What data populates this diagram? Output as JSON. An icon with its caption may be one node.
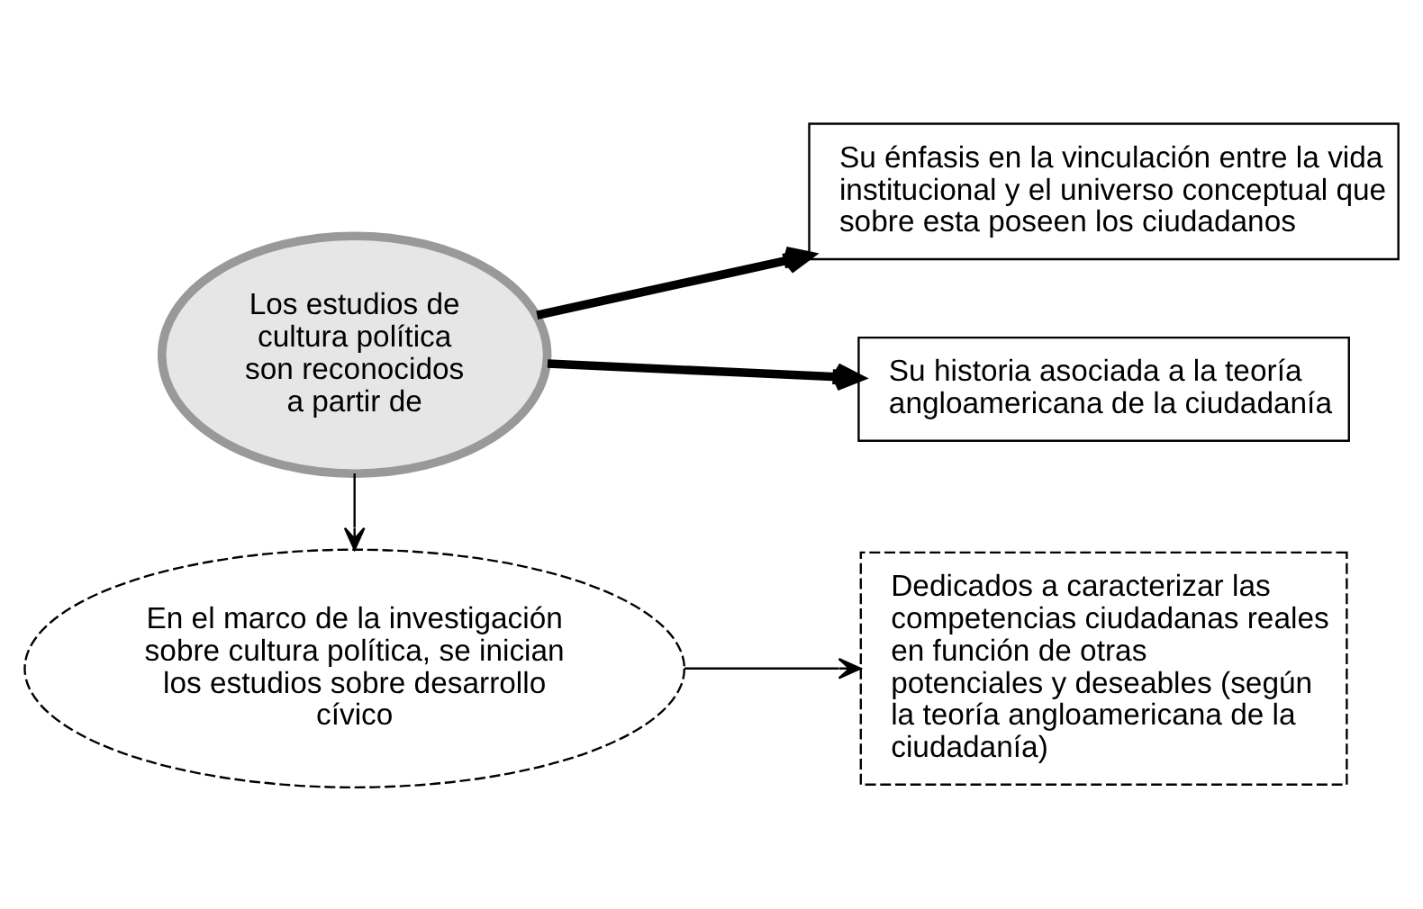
{
  "diagram": {
    "nodes": [
      {
        "text": [
          "Los estudios de cultura política son reconocidos a partir de"
        ]
      },
      {
        "text": [
          "Su énfasis en la vinculación entre la vida institucional y el universo conceptual que sobre esta poseen los ciudadanos"
        ]
      },
      {
        "text": [
          "Su historia asociada a la teoría angloamericana de la ciudadanía"
        ]
      },
      {
        "text": [
          "En el marco de la investigación sobre cultura política, se inician los estudios sobre desarrollo cívico"
        ]
      },
      {
        "text": [
          "Dedicados a caracterizar las competencias ciudadanas reales en función de otras potenciales y deseables (según la teoría angloamericana de la ciudadanía)"
        ]
      }
    ],
    "edges": [
      {
        "from": 0,
        "to": 1,
        "arrow": "to",
        "style": "thick"
      },
      {
        "from": 0,
        "to": 2,
        "arrow": "to",
        "style": "thick"
      },
      {
        "from": 0,
        "to": 3,
        "arrow": "to"
      },
      {
        "from": 3,
        "to": 4,
        "arrow": "to"
      }
    ]
  }
}
